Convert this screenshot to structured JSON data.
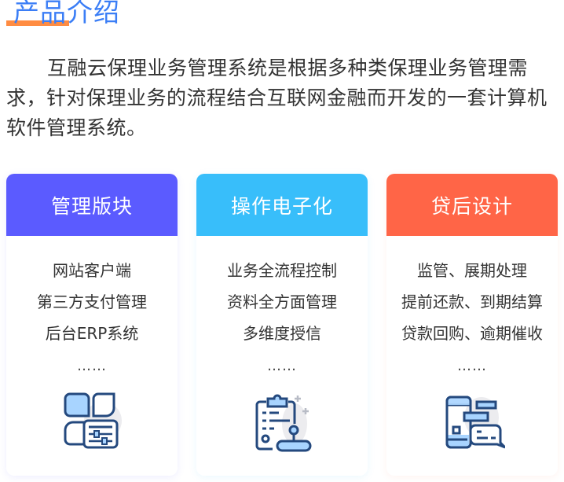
{
  "section": {
    "title": "产品介绍",
    "underline_color": "#FF8C42",
    "title_color": "#3B7EF6"
  },
  "intro": {
    "text": "互融云保理业务管理系统是根据多种类保理业务管理需求，针对保理业务的流程结合互联网金融而开发的一套计算机软件管理系统。"
  },
  "cards": [
    {
      "title": "管理版块",
      "header_color": "#5B5BFF",
      "features": [
        "网站客户端",
        "第三方支付管理",
        "后台ERP系统"
      ],
      "ellipsis": "……",
      "icon": "dashboard-widgets-icon"
    },
    {
      "title": "操作电子化",
      "header_color": "#38BEFA",
      "features": [
        "业务全流程控制",
        "资料全方面管理",
        "多维度授信"
      ],
      "ellipsis": "……",
      "icon": "clipboard-stamp-icon"
    },
    {
      "title": "贷后设计",
      "header_color": "#FF6547",
      "features": [
        "监管、展期处理",
        "提前还款、到期结算",
        "贷款回购、逾期催收"
      ],
      "ellipsis": "……",
      "icon": "mobile-chat-icon"
    }
  ]
}
